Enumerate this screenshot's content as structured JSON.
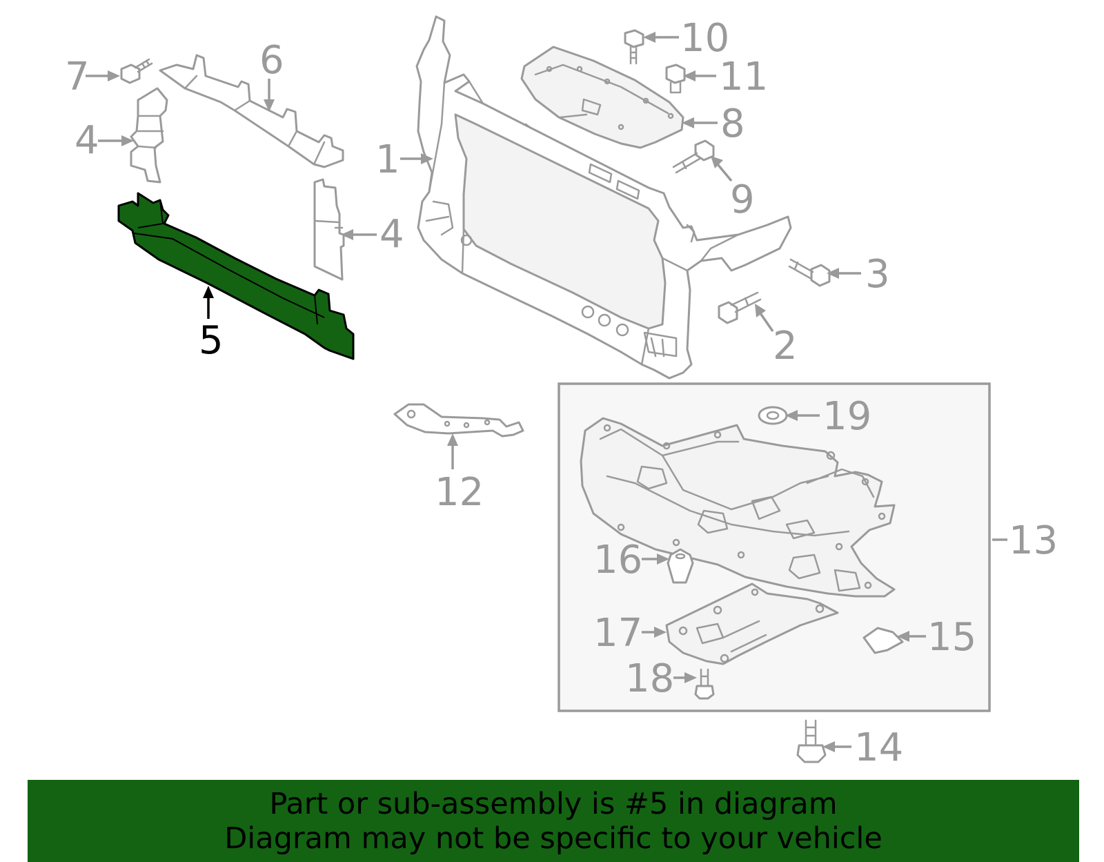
{
  "diagram": {
    "highlight_color": "#136313",
    "highlighted_callout": "5",
    "callouts": [
      "1",
      "2",
      "3",
      "4",
      "4",
      "5",
      "6",
      "7",
      "8",
      "9",
      "10",
      "11",
      "12",
      "13",
      "14",
      "15",
      "16",
      "17",
      "18",
      "19"
    ]
  },
  "banner": {
    "line1": "Part or sub-assembly is #5 in diagram",
    "line2": "Diagram may not be specific to your vehicle",
    "background": "#136313"
  }
}
